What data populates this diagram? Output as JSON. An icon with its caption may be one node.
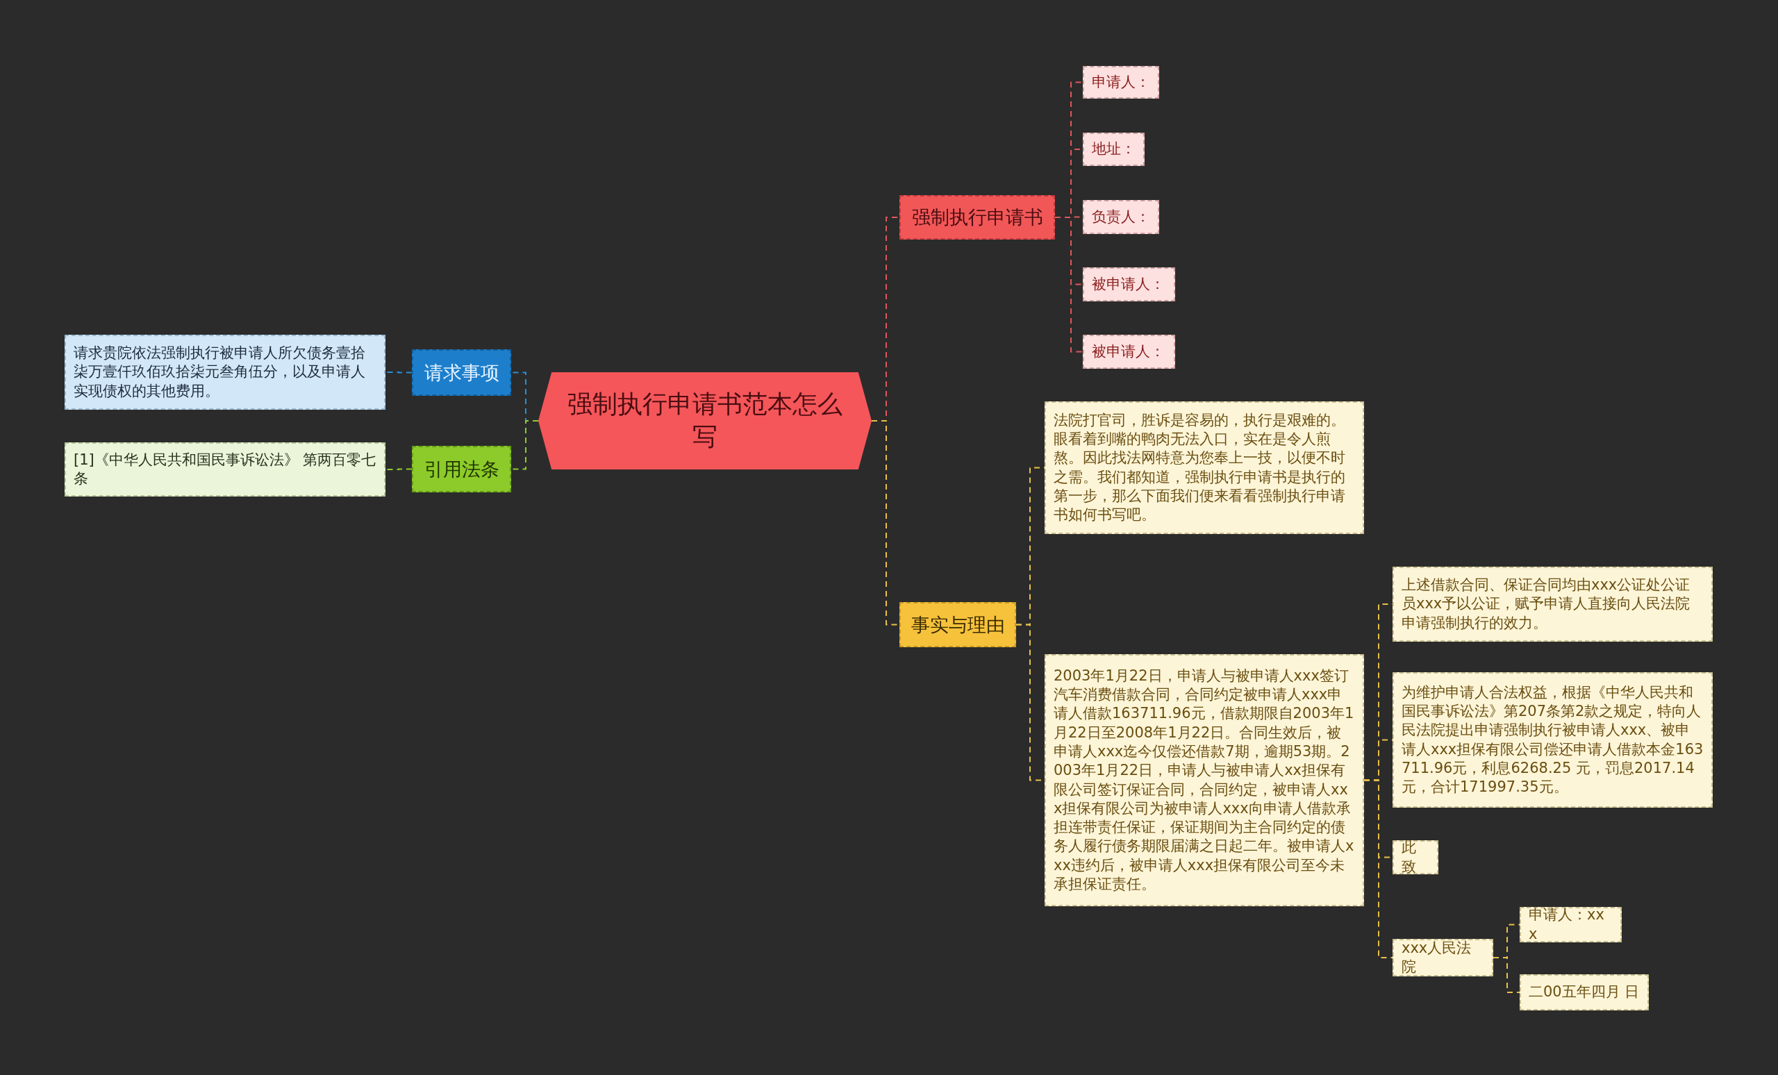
{
  "diagram": {
    "nodes": [
      {
        "text": [
          "强制执行申请书范本怎么写"
        ]
      },
      {
        "text": [
          "强制执行申请书"
        ]
      },
      {
        "text": [
          "申请人："
        ]
      },
      {
        "text": [
          "地址："
        ]
      },
      {
        "text": [
          "负责人："
        ]
      },
      {
        "text": [
          "被申请人："
        ]
      },
      {
        "text": [
          "被申请人："
        ]
      },
      {
        "text": [
          "事实与理由"
        ]
      },
      {
        "text": [
          "法院打官司，胜诉是容易的，执行是艰难的。眼看着到嘴的鸭肉无法入口，实在是令人煎熬。因此找法网特意为您奉上一技，以便不时之需。我们都知道，强制执行申请书是执行的第一步，那么下面我们便来看看强制执行申请书如何书写吧。"
        ]
      },
      {
        "text": [
          "2003年1月22日，申请人与被申请人xxx签订汽车消费借款合同，合同约定被申请人xxx申请人借款163711.96元，借款期限自2003年1月22日至2008年1月22日。合同生效后，被申请人xxx迄今仅偿还借款7期，逾期53期。2003年1月22日，申请人与被申请人xx担保有限公司签订保证合同，合同约定，被申请人xxx担保有限公司为被申请人xxx向申请人借款承担连带责任保证，保证期间为主合同约定的债务人履行债务期限届满之日起二年。被申请人xxx违约后，被申请人xxx担保有限公司至今未承担保证责任。"
        ]
      },
      {
        "text": [
          "上述借款合同、保证合同均由xxx公证处公证员xxx予以公证，赋予申请人直接向人民法院申请强制执行的效力。"
        ]
      },
      {
        "text": [
          "为维护申请人合法权益，根据《中华人民共和国民事诉讼法》第207条第2款之规定，特向人民法院提出申请强制执行被申请人xxx、被申请人xxx担保有限公司偿还申请人借款本金163711.96元，利息6268.25 元，罚息2017.14元，合计171997.35元。"
        ]
      },
      {
        "text": [
          "此致"
        ]
      },
      {
        "text": [
          "xxx人民法院"
        ]
      },
      {
        "text": [
          "申请人：xxx"
        ]
      },
      {
        "text": [
          "二00五年四月 日"
        ]
      },
      {
        "text": [
          "请求事项"
        ]
      },
      {
        "text": [
          "请求贵院依法强制执行被申请人所欠债务壹拾柒万壹仟玖佰玖拾柒元叁角伍分，以及申请人实现债权的其他费用。"
        ]
      },
      {
        "text": [
          "引用法条"
        ]
      },
      {
        "text": [
          "[1]《中华人民共和国民事诉讼法》 第两百零七条"
        ]
      }
    ],
    "edges": [
      {
        "from": 0,
        "to": 1,
        "arrow": "none",
        "color": "#e0575b"
      },
      {
        "from": 1,
        "to": 2,
        "arrow": "none",
        "color": "#e0575b"
      },
      {
        "from": 1,
        "to": 3,
        "arrow": "none",
        "color": "#e0575b"
      },
      {
        "from": 1,
        "to": 4,
        "arrow": "none",
        "color": "#e0575b"
      },
      {
        "from": 1,
        "to": 5,
        "arrow": "none",
        "color": "#e0575b"
      },
      {
        "from": 1,
        "to": 6,
        "arrow": "none",
        "color": "#e0575b"
      },
      {
        "from": 0,
        "to": 7,
        "arrow": "none"
      },
      {
        "from": 7,
        "to": 8,
        "arrow": "none"
      },
      {
        "from": 7,
        "to": 9,
        "arrow": "none"
      },
      {
        "from": 9,
        "to": 10,
        "arrow": "none"
      },
      {
        "from": 9,
        "to": 11,
        "arrow": "none"
      },
      {
        "from": 9,
        "to": 12,
        "arrow": "none"
      },
      {
        "from": 9,
        "to": 13,
        "arrow": "none"
      },
      {
        "from": 13,
        "to": 14,
        "arrow": "none"
      },
      {
        "from": 13,
        "to": 15,
        "arrow": "none"
      },
      {
        "from": 0,
        "to": 16,
        "arrow": "none",
        "color": "#2a8fd6"
      },
      {
        "from": 16,
        "to": 17,
        "arrow": "none",
        "color": "#2a8fd6"
      },
      {
        "from": 0,
        "to": 18,
        "arrow": "none",
        "color": "#8fcc2e"
      },
      {
        "from": 18,
        "to": 19,
        "arrow": "none",
        "color": "#8fcc2e"
      }
    ]
  }
}
